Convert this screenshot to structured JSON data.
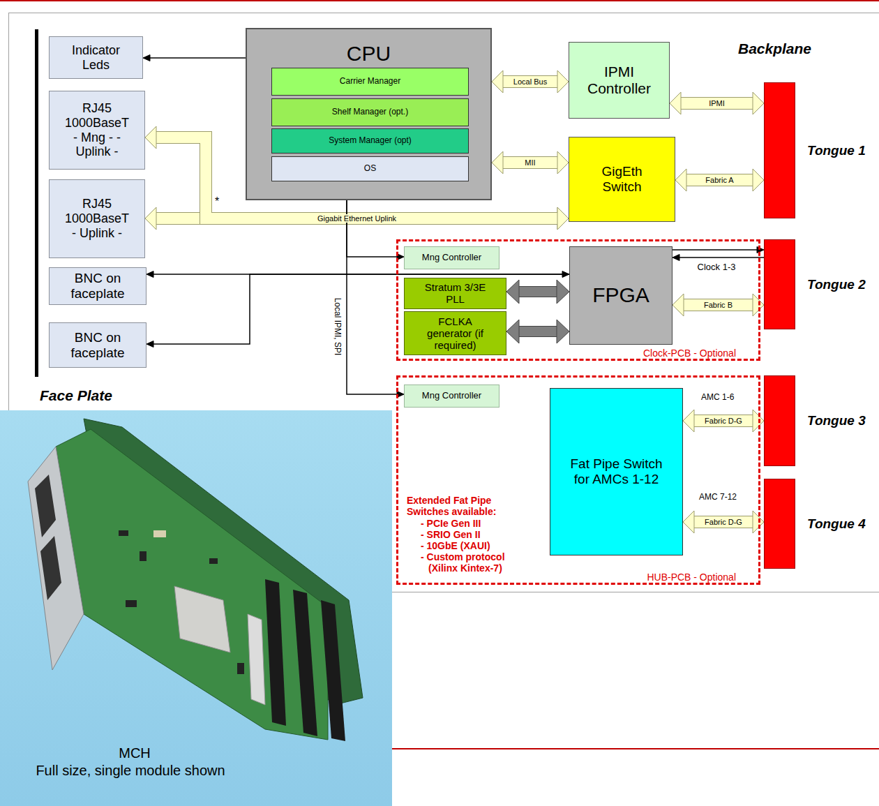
{
  "diagram": {
    "nodes": [
      {
        "text": [
          "Indicator Leds"
        ]
      },
      {
        "text": [
          "RJ45 1000BaseT - Mng - - Uplink -"
        ]
      },
      {
        "text": [
          "RJ45 1000BaseT - Uplink -"
        ]
      },
      {
        "text": [
          "BNC on faceplate"
        ]
      },
      {
        "text": [
          "BNC on faceplate"
        ]
      },
      {
        "text": [
          "CPU"
        ]
      },
      {
        "text": [
          "Carrier Manager"
        ],
        "in": 5
      },
      {
        "text": [
          "Shelf Manager (opt.)"
        ],
        "in": 5
      },
      {
        "text": [
          "System Manager (opt)"
        ],
        "in": 5
      },
      {
        "text": [
          "OS"
        ],
        "in": 5
      },
      {
        "text": [
          "IPMI Controller"
        ]
      },
      {
        "text": [
          "GigEth Switch"
        ]
      },
      {
        "text": [
          "Clock-PCB - Optional"
        ]
      },
      {
        "text": [
          "Mng Controller"
        ],
        "in": 12
      },
      {
        "text": [
          "Stratum 3/3E PLL"
        ],
        "in": 12
      },
      {
        "text": [
          "FCLKA generator (if required)"
        ],
        "in": 12
      },
      {
        "text": [
          "FPGA"
        ],
        "in": 12
      },
      {
        "text": [
          "HUB-PCB - Optional"
        ]
      },
      {
        "text": [
          "Mng Controller"
        ],
        "in": 17
      },
      {
        "text": [
          "Fat Pipe Switch for AMCs 1-12"
        ],
        "in": 17
      },
      {
        "text": [
          "Tongue 1"
        ]
      },
      {
        "text": [
          "Tongue 2"
        ]
      },
      {
        "text": [
          "Tongue 3"
        ]
      },
      {
        "text": [
          "Tongue 4"
        ]
      }
    ],
    "edges": [
      {
        "from": 5,
        "to": 0,
        "arrow": "to"
      },
      {
        "from": 5,
        "to": 10,
        "label": "Local Bus",
        "arrow": "both"
      },
      {
        "from": 10,
        "to": 20,
        "label": "IPMI",
        "arrow": "both"
      },
      {
        "from": 5,
        "to": 11,
        "label": "MII",
        "arrow": "both"
      },
      {
        "from": 11,
        "to": 20,
        "label": "Fabric A",
        "arrow": "both"
      },
      {
        "from": 2,
        "to": 11,
        "label": "Gigabit Ethernet Uplink",
        "arrow": "both"
      },
      {
        "from": 1,
        "to": 11,
        "arrow": "both"
      },
      {
        "from": 5,
        "to": 13,
        "label": "Local IPMI, SPI",
        "arrow": "to"
      },
      {
        "from": 5,
        "to": 18,
        "arrow": "to"
      },
      {
        "from": 3,
        "to": 16,
        "arrow": "both"
      },
      {
        "from": 16,
        "to": 4,
        "arrow": "to"
      },
      {
        "from": 14,
        "to": 16,
        "arrow": "both"
      },
      {
        "from": 15,
        "to": 16,
        "arrow": "both"
      },
      {
        "from": 16,
        "to": 21,
        "label": "Clock 1-3",
        "arrow": "to"
      },
      {
        "from": 21,
        "to": 16,
        "arrow": "to"
      },
      {
        "from": 16,
        "to": 21,
        "label": "Fabric B",
        "arrow": "both"
      },
      {
        "from": 19,
        "to": 22,
        "label": "Fabric D-G",
        "arrow": "both"
      },
      {
        "from": 19,
        "to": 23,
        "label": "Fabric D-G",
        "arrow": "both"
      }
    ],
    "labels": [
      "Backplane",
      "Face Plate",
      "*",
      "AMC 1-6",
      "AMC 7-12",
      "Extended Fat Pipe Switches available:",
      "- PCIe Gen III",
      "- SRIO Gen II",
      "- 10GbE (XAUI)",
      "- Custom protocol (Xilinx Kintex-7)",
      "MCH",
      "Full size, single module shown"
    ]
  }
}
